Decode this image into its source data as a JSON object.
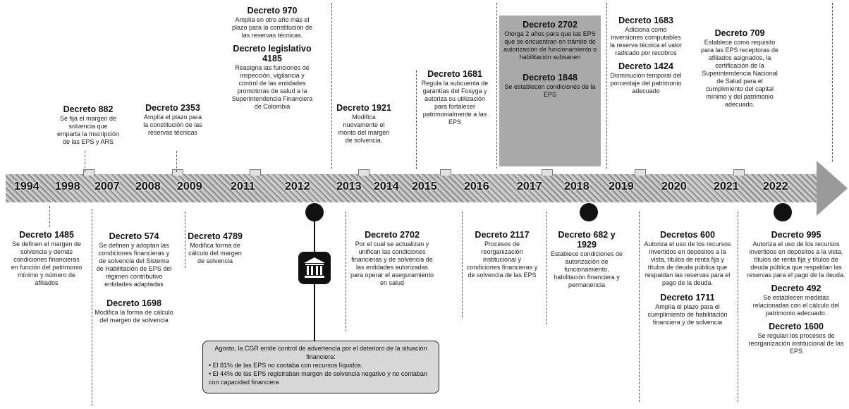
{
  "timeline": {
    "years": [
      "1994",
      "1998",
      "2007",
      "2008",
      "2009",
      "2011",
      "2012",
      "2013",
      "2014",
      "2015",
      "2016",
      "2017",
      "2018",
      "2019",
      "2020",
      "2021",
      "2022"
    ]
  },
  "above": [
    {
      "title": "Decreto 882",
      "desc": "Se fija el margen de solvencia que emparta la Inscripción de las EPS y ARS"
    },
    {
      "title": "Decreto 2353",
      "desc": "Amplía el plazo para la constitución de las reservas técnicas"
    },
    {
      "title": "Decreto 970",
      "desc": "Amplía en otro año más el plazo para la constitución de las reservas técnicas."
    },
    {
      "title": "Decreto legislativo 4185",
      "desc": "Reasigna las funciones de inspección, vigilancia y control de las entidades promotoras de salud a la Superintendencia Financiera de Colombia"
    },
    {
      "title": "Decreto 1921",
      "desc": "Modifica nuevamente el monto del margen de solvencia."
    },
    {
      "title": "Decreto 1681",
      "desc": "Regula la subcuenta de garantías del Fosyga y autoriza su utilización para fortalecer patrimonialmente a las EPS"
    },
    {
      "title": "Decreto 2702",
      "desc": "Otorga 2 años para que las EPS que se encuentran en trámite de autorización de funcionamiento o habilitación subsanen"
    },
    {
      "title": "Decreto 1848",
      "desc": "Se establecen condiciones de la EPS"
    },
    {
      "title": "Decreto 1683",
      "desc": "Adiciona como inversiones computables la reserva técnica el valor radicado por recobros"
    },
    {
      "title": "Decreto 1424",
      "desc": "Disminución temporal del porcentaje del patrimonio adecuado"
    },
    {
      "title": "Decreto 709",
      "desc": "Establece como requisito para las EPS receptoras de afiliados asignados, la certificación de la Superintendencia Nacional de Salud para el cumplimiento del capital mínimo y del patrimonio adecuado."
    }
  ],
  "below": [
    {
      "title": "Decreto 1485",
      "desc": "Se definen el margen de solvencia y demás condiciones financieras en función del patrimonio mínimo y número de afiliados"
    },
    {
      "title": "Decreto 574",
      "desc": "Se definen y adoptan las condiciones financieras y de solvencia del Sistema de Habilitación de EPS del régimen contributivo entidades adaptadas"
    },
    {
      "title": "Decreto 1698",
      "desc": "Modifica la forma de cálculo del margen de solvencia"
    },
    {
      "title": "Decreto 4789",
      "desc": "Modifica forma de cálculo del margen de solvencia"
    },
    {
      "title": "Decreto 2702",
      "desc": "Por el cual se actualizan y unifican las condiciones financieras y de solvencia de las entidades autorizadas para operar el aseguramiento en salud"
    },
    {
      "title": "Decreto 2117",
      "desc": "Procesos de reorganización institucional y condiciones financieras y de solvencia de las EPS"
    },
    {
      "title": "Decreto 682 y 1929",
      "desc": "Establece condiciones de autorización de funcionamiento, habilitación financiera y permanencia"
    },
    {
      "title": "Decretos 600",
      "desc": "Autoriza el uso de los recursos invertidos en depósitos a la vista, títulos de renta fija y títulos de deuda pública que respaldan las reservas para el pago de la deuda."
    },
    {
      "title": "Decreto 1711",
      "desc": "Amplía el plazo para el cumplimiento de habilitación financiera y de solvencia"
    },
    {
      "title": "Decreto 995",
      "desc": "Autoriza el uso de los recursos invertidos en depósitos a la vista, títulos de renta fija y títulos de deuda pública que respaldan las reservas para el pago de la deuda."
    },
    {
      "title": "Decreto 492",
      "desc": "Se establecen medidas relacionadas con el cálculo del patrimonio adecuado."
    },
    {
      "title": "Decreto 1600",
      "desc": "Se regulan los procesos de reorganización institucional de las EPS"
    }
  ],
  "callout": {
    "line1": "Agosto, la CGR emite control de advertencia por el deterioro de la situación financiera:",
    "line2": "• El 81% de las EPS no contaba con recursos líquidos.",
    "line3": "• El 44% de las EPS registraban margen de solvencia negativo y no contaban con capacidad financiera"
  },
  "colors": {
    "band": "#9a9a9a",
    "dot": "#111111",
    "highlight": "#a9a9a9"
  },
  "icons": {
    "institution": "bank-building-icon"
  }
}
